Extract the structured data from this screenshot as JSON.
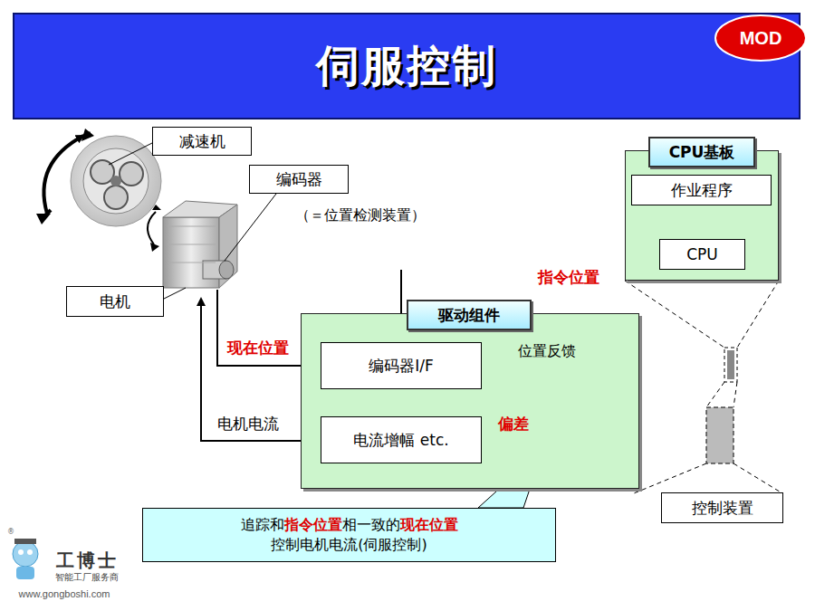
{
  "diagram": {
    "title": "伺服控制",
    "nodes": [
      {
        "text": [
          "减速机"
        ]
      },
      {
        "text": [
          "编码器"
        ]
      },
      {
        "text": [
          "电机"
        ]
      },
      {
        "text": [
          "CPU基板"
        ]
      },
      {
        "text": [
          "作业程序"
        ],
        "in": 3
      },
      {
        "text": [
          "CPU"
        ],
        "in": 3
      },
      {
        "text": [
          "驱动组件"
        ]
      },
      {
        "text": [
          "编码器I/F"
        ],
        "in": 6
      },
      {
        "text": [
          "电流增幅 etc."
        ],
        "in": 6
      },
      {
        "text": [
          "追踪和指令位置相一致的现在位置 控制电机电流(伺服控制)"
        ]
      },
      {
        "text": [
          "控制装置"
        ]
      }
    ],
    "edges": [
      {
        "from": 4,
        "to": 5,
        "arrow": "to"
      },
      {
        "from": 5,
        "to": 8,
        "label": "指令位置",
        "arrow": "to"
      },
      {
        "from": 7,
        "to": 8,
        "label": "位置反馈",
        "arrow": "to"
      }
    ],
    "labels": [
      "MOD",
      "（＝位置检测装置）",
      "现在位置",
      "电机电流",
      "偏差",
      "®",
      "工博士",
      "智能工厂服务商",
      "www.gongboshi.com"
    ]
  }
}
